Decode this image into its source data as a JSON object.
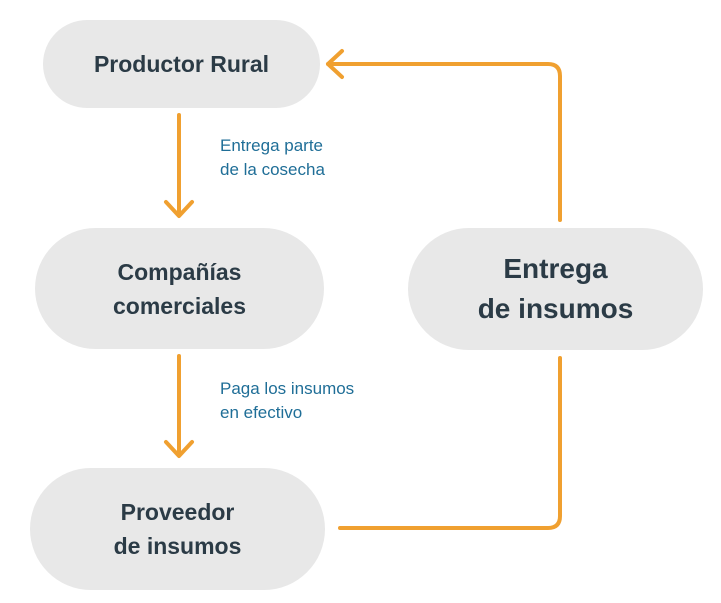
{
  "colors": {
    "node_fill": "#e8e8e8",
    "node_text": "#2b3b46",
    "arrow": "#f0a030",
    "edge_label": "#1f6e97"
  },
  "nodes": {
    "productor": {
      "lines": [
        "Productor Rural"
      ]
    },
    "companias": {
      "lines": [
        "Compañías",
        "comerciales"
      ]
    },
    "proveedor": {
      "lines": [
        "Proveedor",
        "de insumos"
      ]
    },
    "entrega": {
      "lines": [
        "Entrega",
        "de insumos"
      ]
    }
  },
  "edges": {
    "productor_to_companias": {
      "lines": [
        "Entrega parte",
        "de la cosecha"
      ]
    },
    "companias_to_proveedor": {
      "lines": [
        "Paga los insumos",
        "en efectivo"
      ]
    }
  }
}
